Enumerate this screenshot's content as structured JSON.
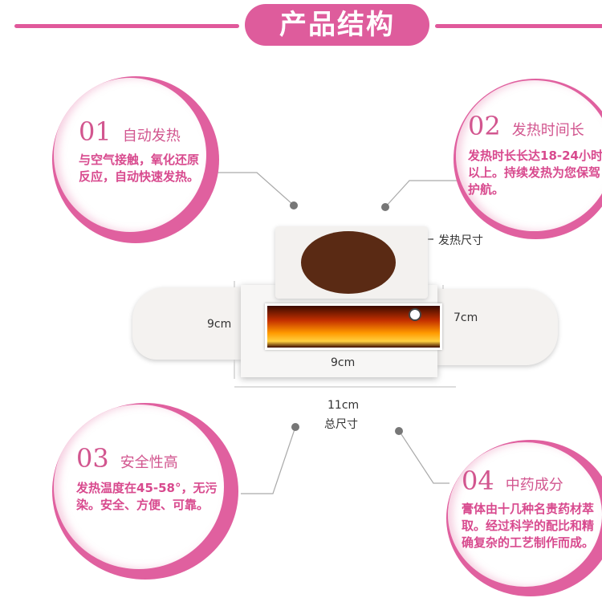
{
  "header": {
    "title": "产品结构"
  },
  "features": [
    {
      "num": "01",
      "title": "自动发热",
      "desc": "与空气接触，氧化还原反应，自动快速发热。"
    },
    {
      "num": "02",
      "title": "发热时间长",
      "desc": "发热时长长达18-24小时以上。持续发热为您保驾护航。"
    },
    {
      "num": "03",
      "title": "安全性高",
      "desc": "发热温度在45-58°，无污染。安全、方便、可靠。"
    },
    {
      "num": "04",
      "title": "中药成分",
      "desc": "膏体由十几种名贵药材萃取。经过科学的配比和精确复杂的工艺制作而成。"
    }
  ],
  "product": {
    "heat_label": "发热尺寸",
    "height_left": "9cm",
    "height_right": "7cm",
    "width_inner": "9cm",
    "width_total": "11cm",
    "total_label": "总尺寸"
  },
  "colors": {
    "accent": "#e0599b",
    "patch": "#5a2a14"
  }
}
